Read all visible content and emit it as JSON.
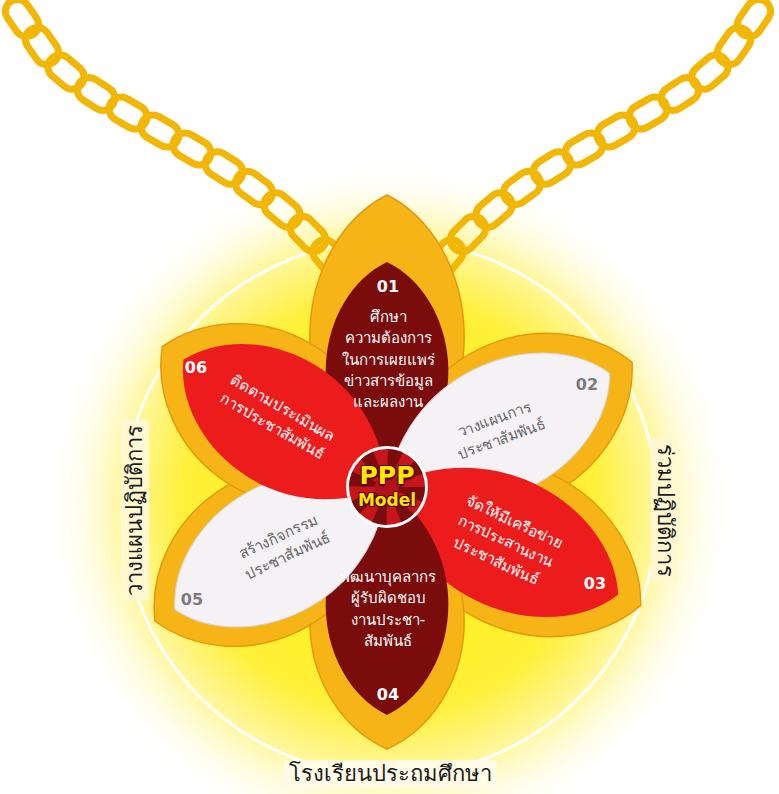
{
  "diagram": {
    "nodes": [
      {
        "text": [
          "01",
          "ศึกษา ความต้องการ ในการเผยแพร่ ข่าวสารข้อมูล และผลงาน"
        ]
      },
      {
        "text": [
          "02",
          "วางแผนการ ประชาสัมพันธ์"
        ]
      },
      {
        "text": [
          "จัดให้มีเครือข่าย การประสานงาน ประชาสัมพันธ์",
          "03"
        ]
      },
      {
        "text": [
          "พัฒนาบุคลากร ผู้รับผิดชอบ งานประชา- สัมพันธ์",
          "04"
        ]
      },
      {
        "text": [
          "สร้างกิจกรรม ประชาสัมพันธ์",
          "05"
        ]
      },
      {
        "text": [
          "06",
          "ติดตามประเมินผล การประชาสัมพันธ์"
        ]
      },
      {
        "text": [
          "PPP",
          "Model"
        ]
      }
    ],
    "labels": [
      "วางแผนปฏิบัติการ",
      "ร่วมปฏิบัติการ",
      "โรงเรียนประถมศึกษา"
    ]
  }
}
